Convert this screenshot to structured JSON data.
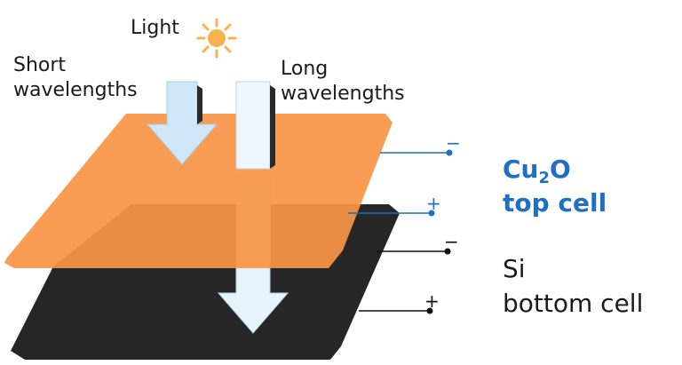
{
  "labels": {
    "light": "Light",
    "short_line1": "Short",
    "short_line2": "wavelengths",
    "long_line1": "Long",
    "long_line2": "wavelengths"
  },
  "top_cell": {
    "name_prefix": "Cu",
    "subscript": "2",
    "name_suffix": "O",
    "line2": "top cell",
    "minus": "−",
    "plus": "+"
  },
  "bottom_cell": {
    "line1": "Si",
    "line2": "bottom cell",
    "minus": "−",
    "plus": "+"
  },
  "colors": {
    "top_cell": "#f79646",
    "bottom_cell": "#262626",
    "accent_blue": "#1f6fc4",
    "arrow_fill": "#dbeefc",
    "sun": "#f9b24c"
  },
  "icons": [
    "sun-icon",
    "short-wavelength-arrow",
    "long-wavelength-arrow"
  ]
}
